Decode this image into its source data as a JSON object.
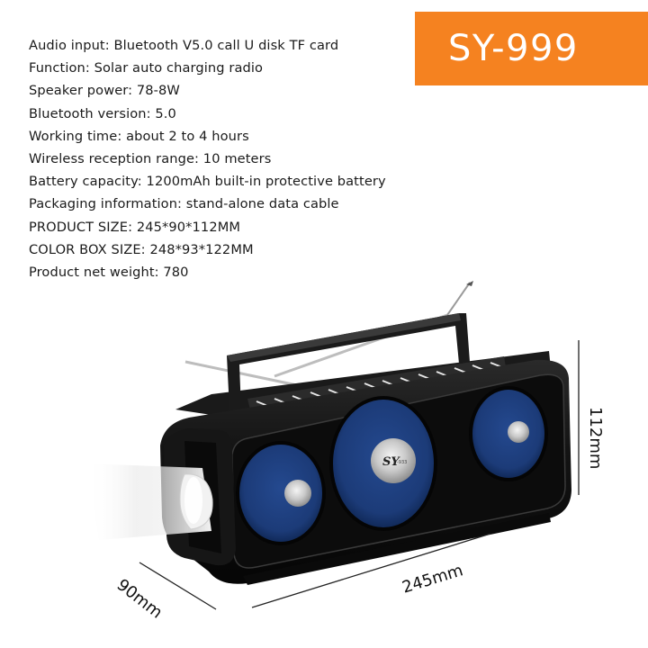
{
  "specs": [
    {
      "label": "Audio input",
      "value": "Bluetooth V5.0 call U disk TF card",
      "text": "Audio input: Bluetooth V5.0 call U disk TF card"
    },
    {
      "label": "Function",
      "value": "Solar auto charging radio",
      "text": "Function: Solar auto charging radio"
    },
    {
      "label": "Speaker power",
      "value": "78-8W",
      "text": "Speaker power: 78-8W"
    },
    {
      "label": "Bluetooth version",
      "value": "5.0",
      "text": "Bluetooth version: 5.0"
    },
    {
      "label": "Working time",
      "value": "about 2 to 4 hours",
      "text": "Working time: about 2 to 4 hours"
    },
    {
      "label": "Wireless reception range",
      "value": "10 meters",
      "text": "Wireless reception range: 10 meters"
    },
    {
      "label": "Battery capacity",
      "value": "1200mAh built-in protective battery",
      "text": "Battery capacity: 1200mAh built-in protective battery"
    },
    {
      "label": "Packaging information",
      "value": "stand-alone data cable",
      "text": "Packaging information: stand-alone data cable"
    },
    {
      "label": "PRODUCT SIZE",
      "value": "245*90*112MM",
      "text": "PRODUCT SIZE: 245*90*112MM"
    },
    {
      "label": "COLOR BOX SIZE",
      "value": "248*93*122MM",
      "text": "COLOR BOX SIZE: 248*93*122MM"
    },
    {
      "label": "Product net weight",
      "value": "780",
      "text": "Product net weight: 780"
    }
  ],
  "badge": {
    "model": "SY-999",
    "background_color": "#f58220",
    "text_color": "#ffffff"
  },
  "product": {
    "description": "Black portable solar radio speaker with handle, antenna, flashlight and three blue speaker grilles",
    "logo_text": "SY",
    "logo_suffix": "-933",
    "body_color": "#111111",
    "speaker_color": "#1f3f7f"
  },
  "dimensions": {
    "height": "112mm",
    "width": "245mm",
    "depth": "90mm"
  }
}
